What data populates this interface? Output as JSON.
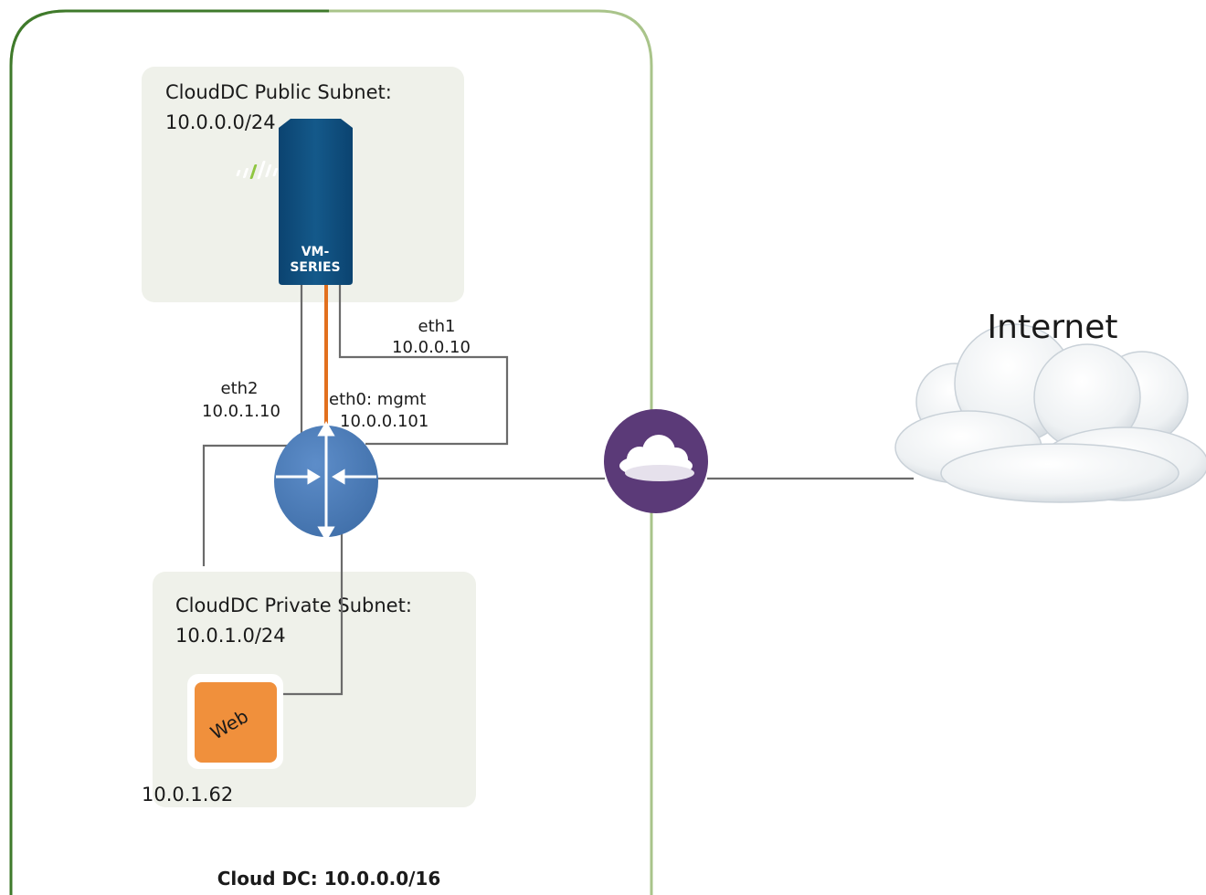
{
  "cloud_dc": {
    "label": "Cloud DC: 10.0.0.0/16",
    "border_color": "#3f7a2b"
  },
  "public_subnet": {
    "title": "CloudDC Public Subnet:",
    "cidr": "10.0.0.0/24"
  },
  "private_subnet": {
    "title": "CloudDC Private Subnet:",
    "cidr": "10.0.1.0/24"
  },
  "firewall": {
    "name_line1": "VM-",
    "name_line2": "SERIES",
    "icon": "paloalto-logo-icon",
    "color": "#0f4e7a"
  },
  "interfaces": {
    "eth1": {
      "name": "eth1",
      "ip": "10.0.0.10"
    },
    "eth2": {
      "name": "eth2",
      "ip": "10.0.1.10"
    },
    "eth0": {
      "name": "eth0: mgmt",
      "ip": "10.0.0.101"
    }
  },
  "router": {
    "icon": "router-icon",
    "color": "#4a7ab8"
  },
  "gateway": {
    "icon": "internet-gateway-cloud-icon",
    "color": "#5b3a78"
  },
  "internet": {
    "label": "Internet",
    "icon": "internet-cloud-icon"
  },
  "web_server": {
    "label": "Web",
    "ip": "10.0.1.62",
    "color": "#f0903c"
  },
  "mgmt_link_color": "#e2701e"
}
